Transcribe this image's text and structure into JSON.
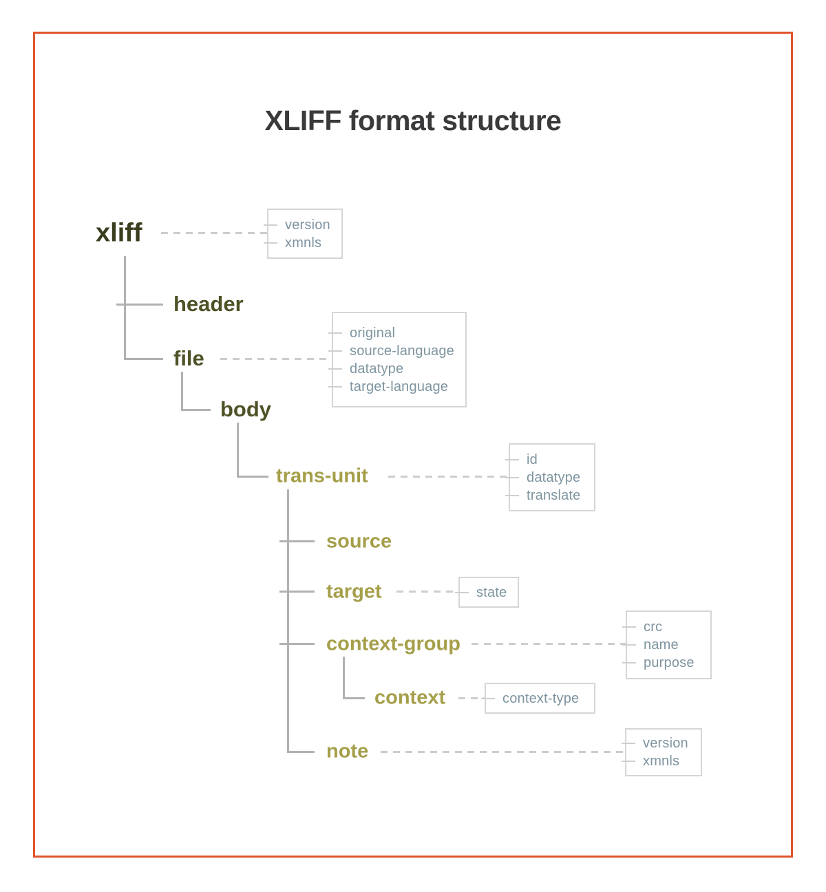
{
  "title": "XLIFF format structure",
  "colors": {
    "frame_border": "#e0552d",
    "title_text": "#3a3a3c",
    "root_node": "#3b3d1f",
    "level1_node": "#4f5227",
    "level2_node": "#a59f4a",
    "attribute_text": "#7e94a0",
    "box_border": "#d6d6d6",
    "tree_line": "#b1b1b1",
    "dashed_line": "#cdcdcd"
  },
  "nodes": [
    {
      "label": "xliff",
      "parent": null,
      "attributes": [
        "version",
        "xmnls"
      ]
    },
    {
      "label": "header",
      "parent": "xliff",
      "attributes": []
    },
    {
      "label": "file",
      "parent": "xliff",
      "attributes": [
        "original",
        "source-language",
        "datatype",
        "target-language"
      ]
    },
    {
      "label": "body",
      "parent": "file",
      "attributes": []
    },
    {
      "label": "trans-unit",
      "parent": "body",
      "attributes": [
        "id",
        "datatype",
        "translate"
      ]
    },
    {
      "label": "source",
      "parent": "trans-unit",
      "attributes": []
    },
    {
      "label": "target",
      "parent": "trans-unit",
      "attributes": [
        "state"
      ]
    },
    {
      "label": "context-group",
      "parent": "trans-unit",
      "attributes": [
        "crc",
        "name",
        "purpose"
      ]
    },
    {
      "label": "context",
      "parent": "context-group",
      "attributes": [
        "context-type"
      ]
    },
    {
      "label": "note",
      "parent": "trans-unit",
      "attributes": [
        "version",
        "xmnls"
      ]
    }
  ]
}
